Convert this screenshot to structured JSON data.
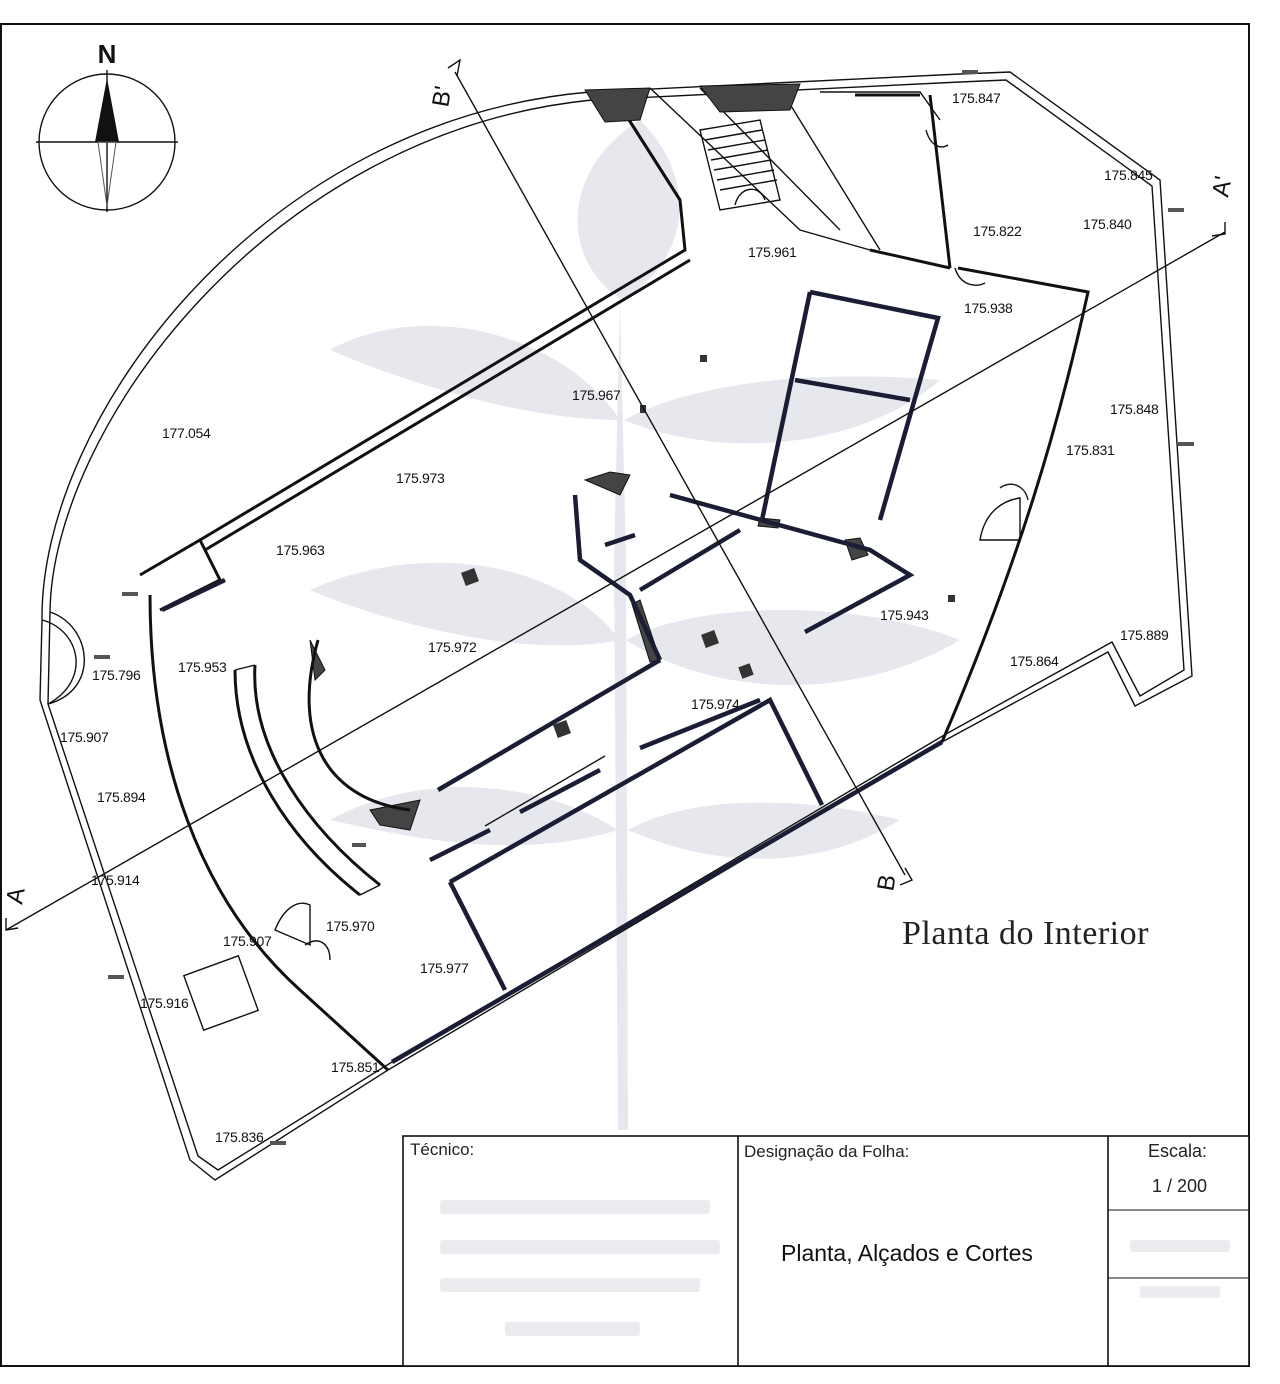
{
  "sheet": {
    "drawing_title": "Planta do Interior",
    "north_label": "N",
    "section_labels": {
      "a": "A",
      "a_prime": "A'",
      "b": "B",
      "b_prime": "B'"
    }
  },
  "elevations": [
    "175.847",
    "175.845",
    "175.840",
    "175.822",
    "175.961",
    "175.938",
    "175.967",
    "177.054",
    "175.973",
    "175.848",
    "175.831",
    "175.963",
    "175.943",
    "175.889",
    "175.972",
    "175.864",
    "175.953",
    "175.796",
    "175.974",
    "175.907",
    "175.894",
    "175.914",
    "175.970",
    "175.907",
    "175.977",
    "175.916",
    "175.851",
    "175.836"
  ],
  "title_block": {
    "tecnico_label": "Técnico:",
    "designacao_label": "Designação da Folha:",
    "designacao_value": "Planta, Alçados e Cortes",
    "escala_label": "Escala:",
    "escala_value": "1 / 200"
  },
  "colors": {
    "line": "#111111",
    "wall": "#1a1d33",
    "watermark": "#e6e8ee"
  }
}
